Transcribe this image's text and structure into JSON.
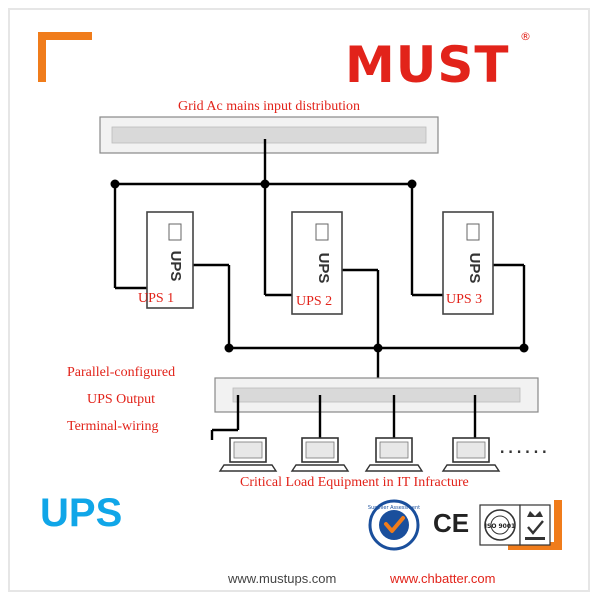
{
  "brand": {
    "logo_text": "MUST",
    "registered_mark": "®",
    "logo_color": "#e2231a"
  },
  "diagram": {
    "title": "Grid Ac mains input distribution",
    "units": [
      {
        "label": "UPS 1",
        "cabinet_text": "UPS"
      },
      {
        "label": "UPS 2",
        "cabinet_text": "UPS"
      },
      {
        "label": "UPS 3",
        "cabinet_text": "UPS"
      }
    ],
    "output_note": [
      "Parallel-configured",
      "UPS Output",
      "Terminal-wiring"
    ],
    "load_caption": "Critical Load Equipment in IT Infracture",
    "more_indicator": "......"
  },
  "badge": {
    "text": "UPS",
    "color": "#10a6e8"
  },
  "certifications": {
    "supplier_seal": "Supplier Assessment",
    "ce_mark": "CE",
    "iso_mark": "ISO 9001"
  },
  "links": [
    "www.mustups.com",
    "www.chbatter.com"
  ],
  "accent_color": "#f07c1b"
}
